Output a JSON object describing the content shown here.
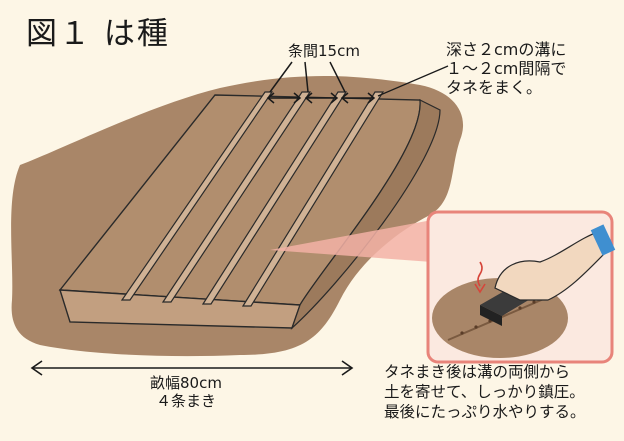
{
  "figure": {
    "title": "図１ は種",
    "row_spacing_label": "条間15cm",
    "sowing_note": "深さ２cmの溝に\n１～２cm間隔で\nタネをまく。",
    "bed_width_label": "畝幅80cm\n４条まき",
    "after_sowing_note": "タネまき後は溝の両側から\n土を寄せて、しっかり鎮圧。\n最後にたっぷり水やりする。"
  },
  "colors": {
    "background": "#fdf6e6",
    "soil": "#a98668",
    "bed_top": "#b18e6e",
    "bed_side": "#c29f80",
    "furrow": "#d0b295",
    "callout_border": "#e8847a",
    "callout_bg": "#fbe9e0"
  }
}
